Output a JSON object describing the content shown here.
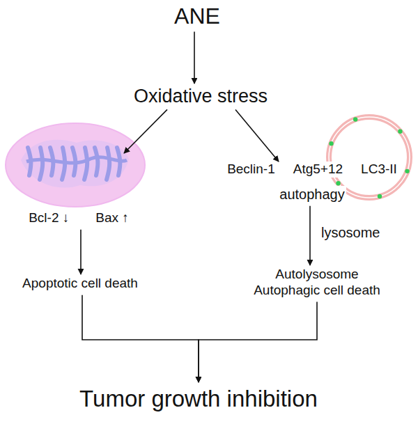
{
  "diagram": {
    "nodes": [
      {
        "text": [
          "ANE"
        ]
      },
      {
        "text": [
          "Oxidative stress"
        ]
      },
      {
        "text": [
          "Bcl-2 ↓",
          "Bax ↑"
        ]
      },
      {
        "text": [
          "Beclin-1",
          "Atg5+12",
          "LC3-II",
          "autophagy"
        ]
      },
      {
        "text": [
          "Apoptotic cell death"
        ]
      },
      {
        "text": [
          "Autolysosome Autophagic cell death"
        ]
      },
      {
        "text": [
          "Tumor growth inhibition"
        ]
      }
    ],
    "edges": [
      {
        "from": 0,
        "to": 1,
        "arrow": "to"
      },
      {
        "from": 1,
        "to": 2,
        "arrow": "to"
      },
      {
        "from": 1,
        "to": 3,
        "arrow": "to"
      },
      {
        "from": 2,
        "to": 4,
        "arrow": "to"
      },
      {
        "from": 3,
        "to": 5,
        "label": "lysosome",
        "arrow": "to"
      },
      {
        "from": 4,
        "to": 6,
        "arrow": "to"
      },
      {
        "from": 5,
        "to": 6,
        "arrow": "to"
      }
    ]
  }
}
